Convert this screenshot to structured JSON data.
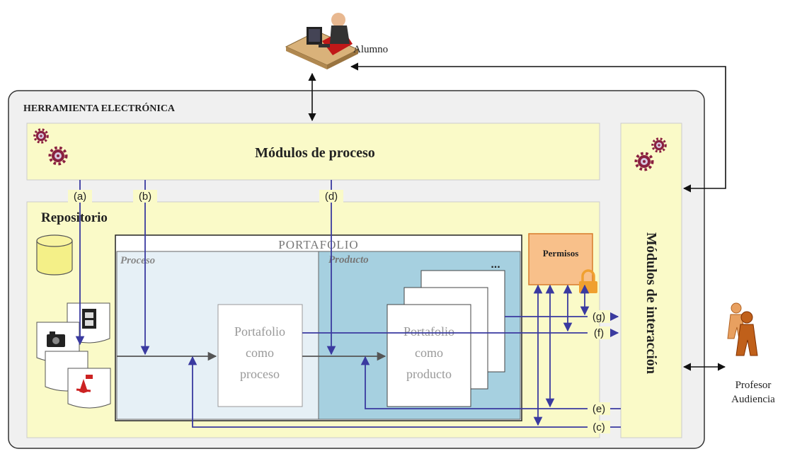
{
  "actors": {
    "student": "Alumno",
    "teacher_line1": "Profesor",
    "teacher_line2": "Audiencia"
  },
  "tool": {
    "title": "HERRAMIENTA ELECTRÓNICA",
    "process_modules": "Módulos de proceso",
    "interaction_modules": "Módulos de interacción",
    "repository": "Repositorio",
    "portfolio": {
      "title": "PORTAFOLIO",
      "process_label": "Proceso",
      "product_label": "Producto",
      "process_box": [
        "Portafolio",
        "como",
        "proceso"
      ],
      "product_box": [
        "Portafolio",
        "como",
        "producto"
      ],
      "ellipsis": "...",
      "permissions": "Permisos"
    }
  },
  "connectors": {
    "a": "(a)",
    "b": "(b)",
    "c": "(c)",
    "d": "(d)",
    "e": "(e)",
    "f": "(f)",
    "g": "(g)"
  },
  "colors": {
    "panel_fill": "#f0f0f0",
    "module_fill": "#fafac8",
    "process_area": "#e6f0f6",
    "product_area": "#a6d0e0",
    "permissions_fill": "#f8c08a",
    "permissions_border": "#d87a2a",
    "flow_line": "#3a3aa0",
    "gear": "#8a2040"
  },
  "icons": [
    "gear-icon",
    "database-icon",
    "camera-icon",
    "film-icon",
    "pdf-icon",
    "lock-icon",
    "student-at-desk-icon",
    "people-icon"
  ]
}
